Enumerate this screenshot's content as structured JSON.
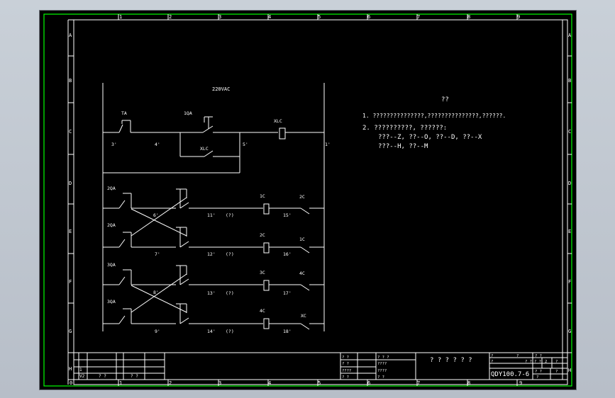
{
  "frame": {
    "top_columns": [
      "1",
      "2",
      "3",
      "4",
      "5",
      "6",
      "7",
      "8",
      "9"
    ],
    "bottom_columns": [
      "0",
      "1",
      "2",
      "3",
      "4",
      "5",
      "6",
      "7",
      "8",
      "9"
    ],
    "left_rows": [
      "A",
      "B",
      "C",
      "D",
      "E",
      "F",
      "G",
      "H"
    ],
    "right_rows": [
      "A",
      "B",
      "C",
      "D",
      "E",
      "F",
      "G",
      "H"
    ]
  },
  "circuit": {
    "supply": "220VAC",
    "buttons": {
      "stop": "TA",
      "start": "1QA",
      "hold": "XLC",
      "fwd1": "2QA",
      "rev1": "2QA",
      "fwd2": "3QA",
      "rev2": "3QA"
    },
    "coils": {
      "main": "XLC",
      "c1": "1C",
      "c2": "2C",
      "c3": "3C",
      "c4": "4C"
    },
    "interlocks": {
      "i1": "2C",
      "i2": "1C",
      "i3": "4C",
      "i4": "XC"
    },
    "nodes": {
      "n1": "1'",
      "n3": "3'",
      "n4": "4'",
      "n5": "5'",
      "n6": "6'",
      "n7": "7'",
      "n8": "8'",
      "n9": "9'",
      "n11": "11'",
      "n12": "12'",
      "n13": "13'",
      "n14": "14'",
      "n15": "15'",
      "n16": "16'",
      "n17": "17'",
      "n18": "18'"
    },
    "unknown_marks": [
      "(?)",
      "(?)",
      "(?)",
      "(?)"
    ]
  },
  "notes": {
    "heading": "??",
    "line1": "1. ???????????????,???????????????,??????.",
    "line2": "2. ??????????, ??????:",
    "line3": "???--Z, ??--O, ??--D, ??--X",
    "line4": "???--H, ??--M"
  },
  "title_block": {
    "main_title": "? ? ? ? ? ?",
    "drawing_number": "QDY100.7-6",
    "row_h_label": "1",
    "row_v_label": "V2",
    "marks_left": "? ?",
    "marks_left2": "? ?",
    "cells_a": [
      "? ?",
      "? ?",
      "????",
      "? ?"
    ],
    "cells_b": [
      "? ? ?",
      "????",
      "????",
      "? ?"
    ],
    "right_top": [
      "?",
      "?",
      "? ?"
    ],
    "right_mid": [
      "?",
      "? ?"
    ],
    "right_nums": [
      "? ?",
      "2",
      "?"
    ],
    "right_low": [
      "? ?",
      "?"
    ],
    "sheet_fraction": "?"
  }
}
